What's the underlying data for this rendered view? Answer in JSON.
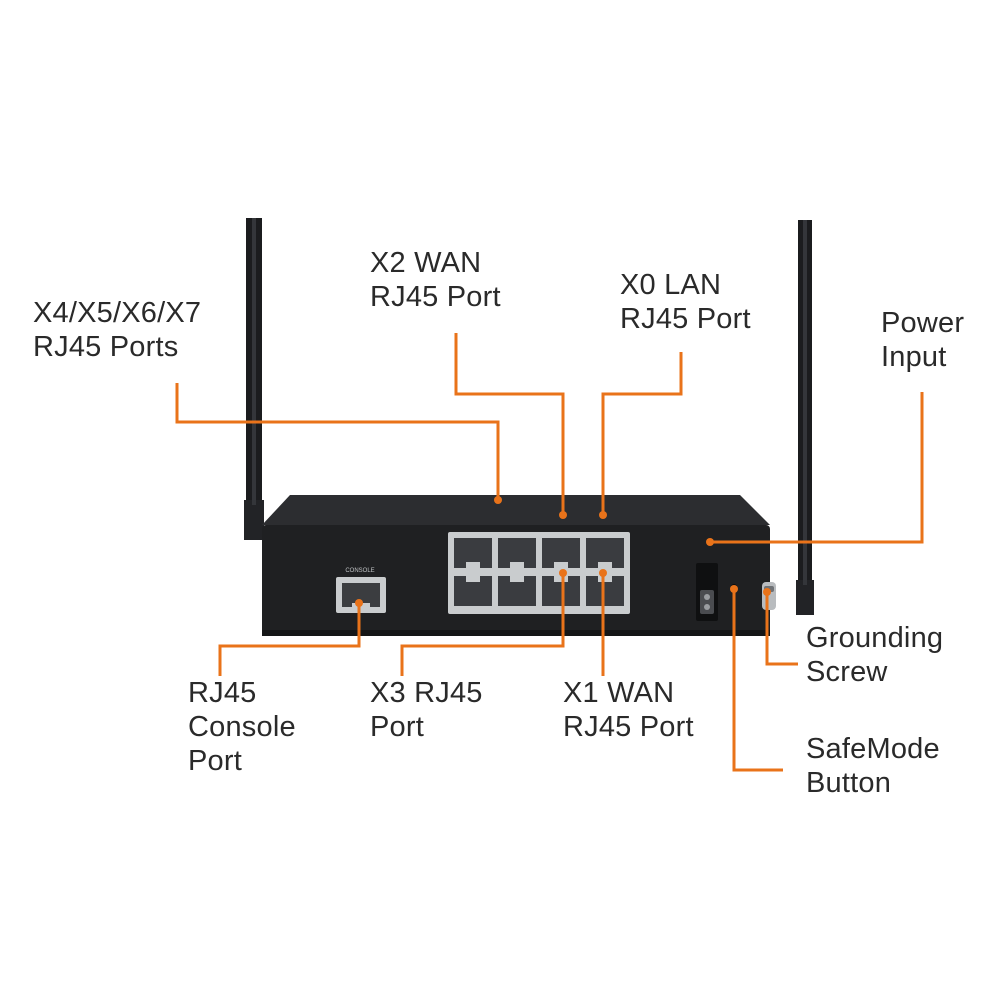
{
  "colors": {
    "callout": "#e9731a",
    "device_body": "#1f2022",
    "device_top": "#2c2d30",
    "port_metal": "#c9ccce",
    "text": "#2a2a2a"
  },
  "labels": {
    "x4_x7": [
      "X4/X5/X6/X7",
      "RJ45 Ports"
    ],
    "x2_wan": [
      "X2 WAN",
      "RJ45 Port"
    ],
    "x0_lan": [
      "X0 LAN",
      "RJ45 Port"
    ],
    "power_input": [
      "Power",
      "Input"
    ],
    "console": [
      "RJ45",
      "Console",
      "Port"
    ],
    "x3": [
      "X3 RJ45",
      "Port"
    ],
    "x1_wan": [
      "X1 WAN",
      "RJ45 Port"
    ],
    "grounding": [
      "Grounding",
      "Screw"
    ],
    "safemode": [
      "SafeMode",
      "Button"
    ]
  },
  "device_text": {
    "console_silk": "CONSOLE"
  }
}
